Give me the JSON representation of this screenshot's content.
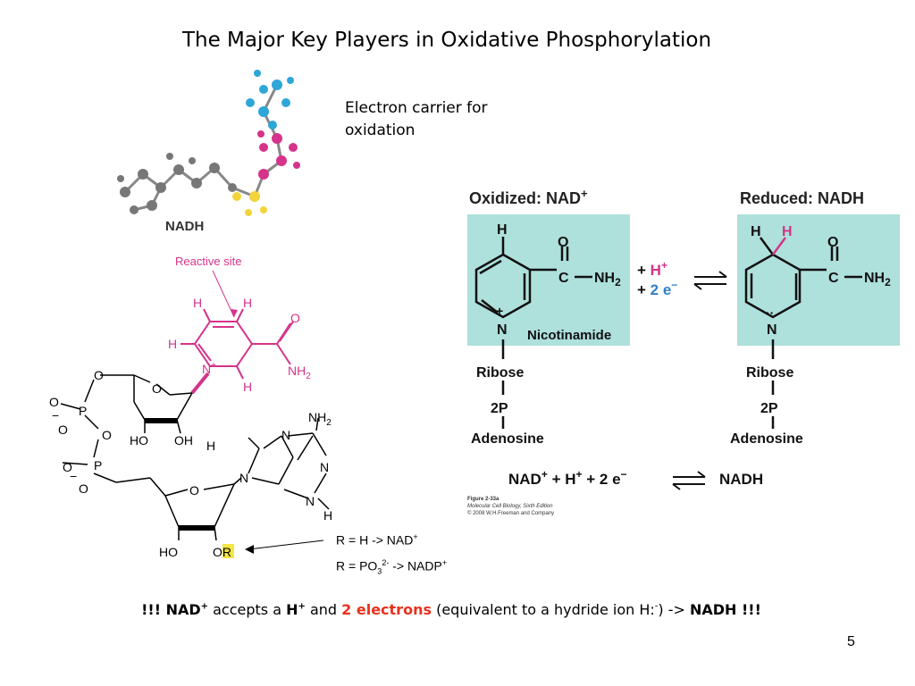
{
  "title": "The Major Key Players in Oxidative Phosphorylation",
  "caption": {
    "line1": "Electron carrier for",
    "line2": "oxidation"
  },
  "nadh_model": {
    "label": "NADH"
  },
  "structure": {
    "reactive_site": "Reactive site",
    "atoms": {
      "H": "H",
      "N": "N",
      "O": "O",
      "NH2": "NH",
      "sub2": "2",
      "HO": "HO",
      "OH": "OH",
      "P": "P",
      "minus": "−",
      "OR_O": "O",
      "OR_R": "R",
      "Nplus": "N"
    }
  },
  "r_definitions": {
    "line1": "R = H -> NAD",
    "line1_sup": "+",
    "line2_a": "R = PO",
    "line2_sub": "3",
    "line2_sup": "2-",
    "line2_b": " -> NADP",
    "line2_sup2": "+"
  },
  "reaction_figure": {
    "oxidized_title": "Oxidized: NAD",
    "oxidized_sup": "+",
    "reduced_title": "Reduced: NADH",
    "nicotinamide": "Nicotinamide",
    "ribose": "Ribose",
    "two_p": "2P",
    "adenosine": "Adenosine",
    "plus_h": "+ H",
    "plus_h_sup": "+",
    "plus_2e": "+ 2 e",
    "plus_2e_sup": "−",
    "equation": {
      "nad": "NAD",
      "nad_sup": "+",
      "h": " + H",
      "h_sup": "+",
      "e": " + 2 e",
      "e_sup": "−",
      "nadh": "NADH"
    },
    "credit_1": "Figure 2-33a",
    "credit_2": "Molecular Cell Biology, Sixth Edition",
    "credit_3": "© 2008 W.H.Freeman and Company"
  },
  "bottom": {
    "bang1": "!!! ",
    "nad": "NAD",
    "nad_sup": "+",
    "accepts": "  accepts a ",
    "h": "H",
    "h_sup": "+",
    "and": " and ",
    "electrons": "2 electrons",
    "equiv": " (equivalent to a hydride ion H:",
    "equiv_sup": "-",
    "equiv_end": ") -> ",
    "nadh": "NADH",
    "bang2": " !!!"
  },
  "slide_number": "5",
  "colors": {
    "magenta": "#d6338a",
    "teal": "#aee0dc",
    "blue": "#2f7fc6",
    "highlight": "#f5e642",
    "red": "#e8321e"
  }
}
